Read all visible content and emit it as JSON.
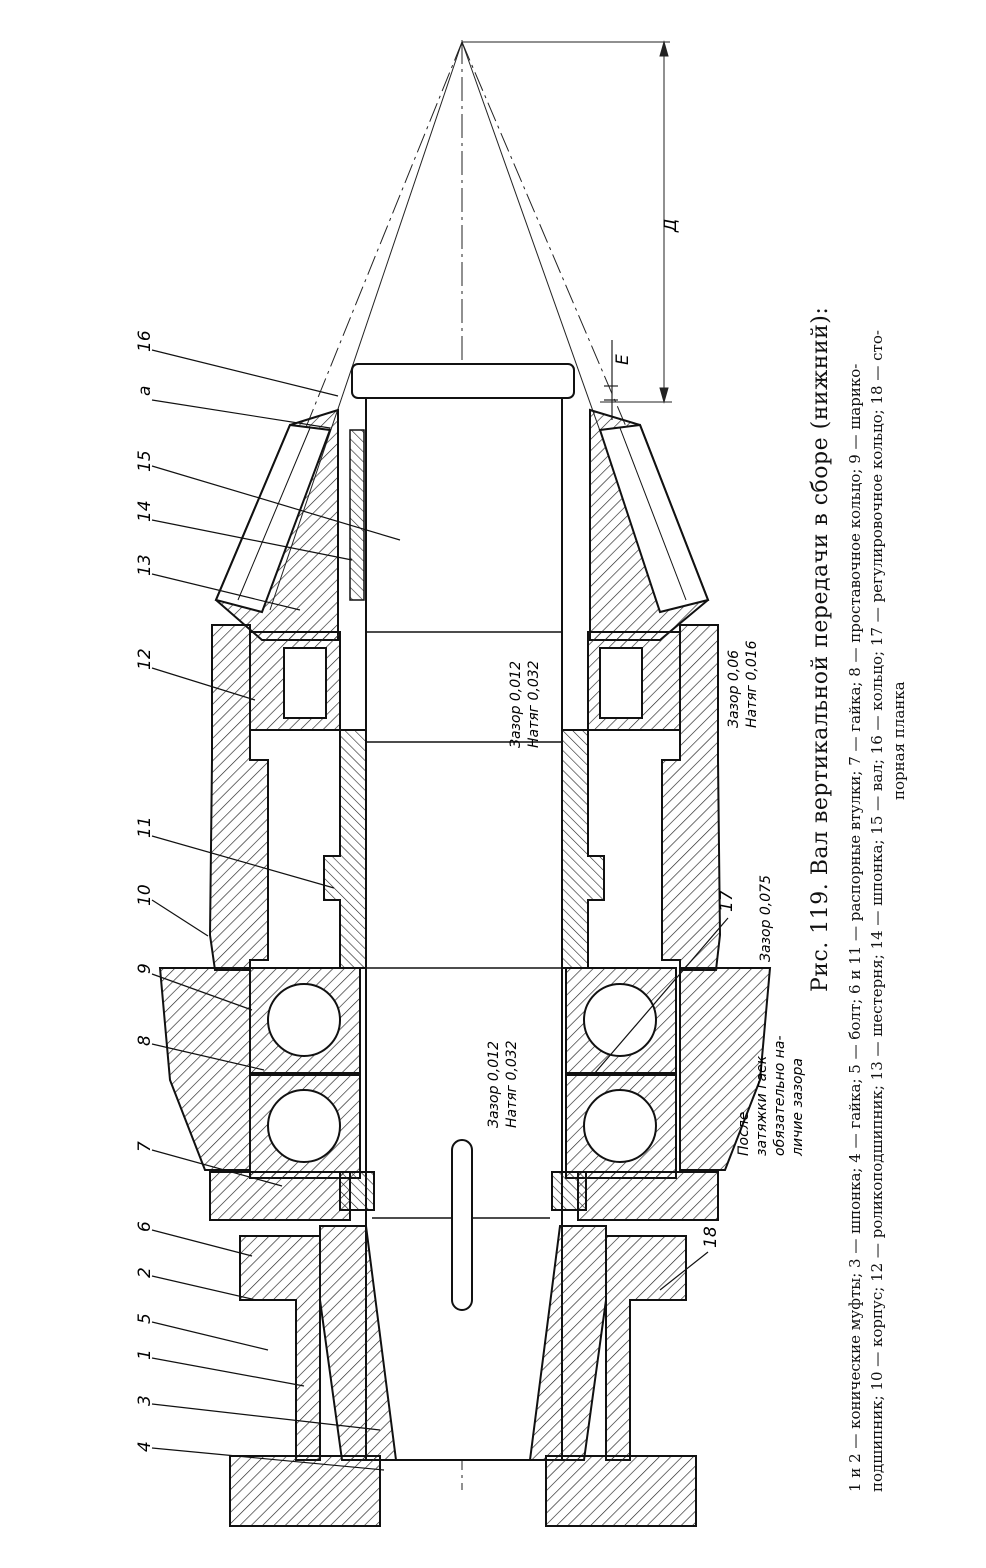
{
  "figure": {
    "title": "Рис. 119. Вал вертикальной передачи в сборе (нижний):",
    "legend_lines": [
      "1 и 2 — конические муфты; 3 — шпонка; 4 — гайка; 5 — болт; 6 и 11 — распорные втулки; 7 — гайка; 8 — проставочное кольцо; 9 — шарико-",
      "подшипник; 10 — корпус; 12 — роликоподшипник; 13 — шестерня; 14 — шпонка; 15 — вал; 16 — кольцо; 17 — регулировочное кольцо; 18 — сто-",
      "порная планка"
    ]
  },
  "callouts": {
    "n1": "1",
    "n2": "2",
    "n3": "3",
    "n4": "4",
    "n5": "5",
    "n6": "6",
    "n7": "7",
    "n8": "8",
    "n9": "9",
    "n10": "10",
    "n11": "11",
    "n12": "12",
    "n13": "13",
    "n14": "14",
    "n15": "15",
    "n16": "16",
    "n17": "17",
    "n18": "18",
    "a": "a"
  },
  "annotations": {
    "fit_upper_1": "Зазор 0,012",
    "fit_upper_2": "Натяг 0,032",
    "fit_right_1": "Зазор 0,06",
    "fit_right_2": "Натяг 0,016",
    "fit_lower_1": "Зазор 0,012",
    "fit_lower_2": "Натяг 0,032",
    "gap_075": "Зазор 0,075",
    "nut_note_1": "После",
    "nut_note_2": "затяжки гаек",
    "nut_note_3": "обязательно на-",
    "nut_note_4": "личие зазора",
    "dim_D": "Д",
    "dim_E": "Е"
  }
}
